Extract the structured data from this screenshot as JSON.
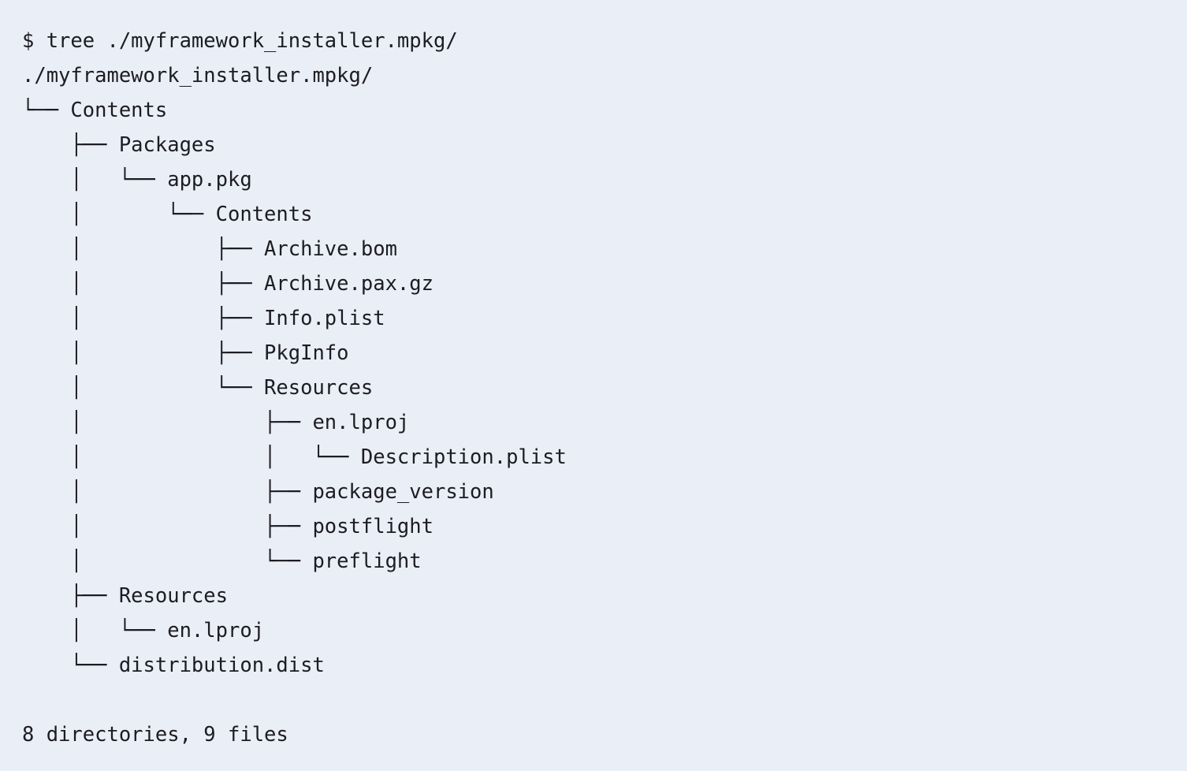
{
  "terminal": {
    "background_color": "#eaeef7",
    "text_color": "#1c1c22",
    "prompt_symbol": "$",
    "command": "tree ./myframework_installer.mpkg/",
    "prompt_line": "$ tree ./myframework_installer.mpkg/",
    "root_line": "./myframework_installer.mpkg/",
    "summary": "8 directories, 9 files",
    "directory_count": 8,
    "file_count": 9
  },
  "tree_lines": [
    "└── Contents",
    "    ├── Packages",
    "    │   └── app.pkg",
    "    │       └── Contents",
    "    │           ├── Archive.bom",
    "    │           ├── Archive.pax.gz",
    "    │           ├── Info.plist",
    "    │           ├── PkgInfo",
    "    │           └── Resources",
    "    │               ├── en.lproj",
    "    │               │   └── Description.plist",
    "    │               ├── package_version",
    "    │               ├── postflight",
    "    │               └── preflight",
    "    ├── Resources",
    "    │   └── en.lproj",
    "    └── distribution.dist"
  ],
  "tree_entries": [
    {
      "name": "Contents",
      "depth": 1,
      "type": "directory"
    },
    {
      "name": "Packages",
      "depth": 2,
      "type": "directory"
    },
    {
      "name": "app.pkg",
      "depth": 3,
      "type": "directory"
    },
    {
      "name": "Contents",
      "depth": 4,
      "type": "directory"
    },
    {
      "name": "Archive.bom",
      "depth": 5,
      "type": "file"
    },
    {
      "name": "Archive.pax.gz",
      "depth": 5,
      "type": "file"
    },
    {
      "name": "Info.plist",
      "depth": 5,
      "type": "file"
    },
    {
      "name": "PkgInfo",
      "depth": 5,
      "type": "file"
    },
    {
      "name": "Resources",
      "depth": 5,
      "type": "directory"
    },
    {
      "name": "en.lproj",
      "depth": 6,
      "type": "directory"
    },
    {
      "name": "Description.plist",
      "depth": 7,
      "type": "file"
    },
    {
      "name": "package_version",
      "depth": 6,
      "type": "file"
    },
    {
      "name": "postflight",
      "depth": 6,
      "type": "file"
    },
    {
      "name": "preflight",
      "depth": 6,
      "type": "file"
    },
    {
      "name": "Resources",
      "depth": 2,
      "type": "directory"
    },
    {
      "name": "en.lproj",
      "depth": 3,
      "type": "directory"
    },
    {
      "name": "distribution.dist",
      "depth": 2,
      "type": "file"
    }
  ]
}
